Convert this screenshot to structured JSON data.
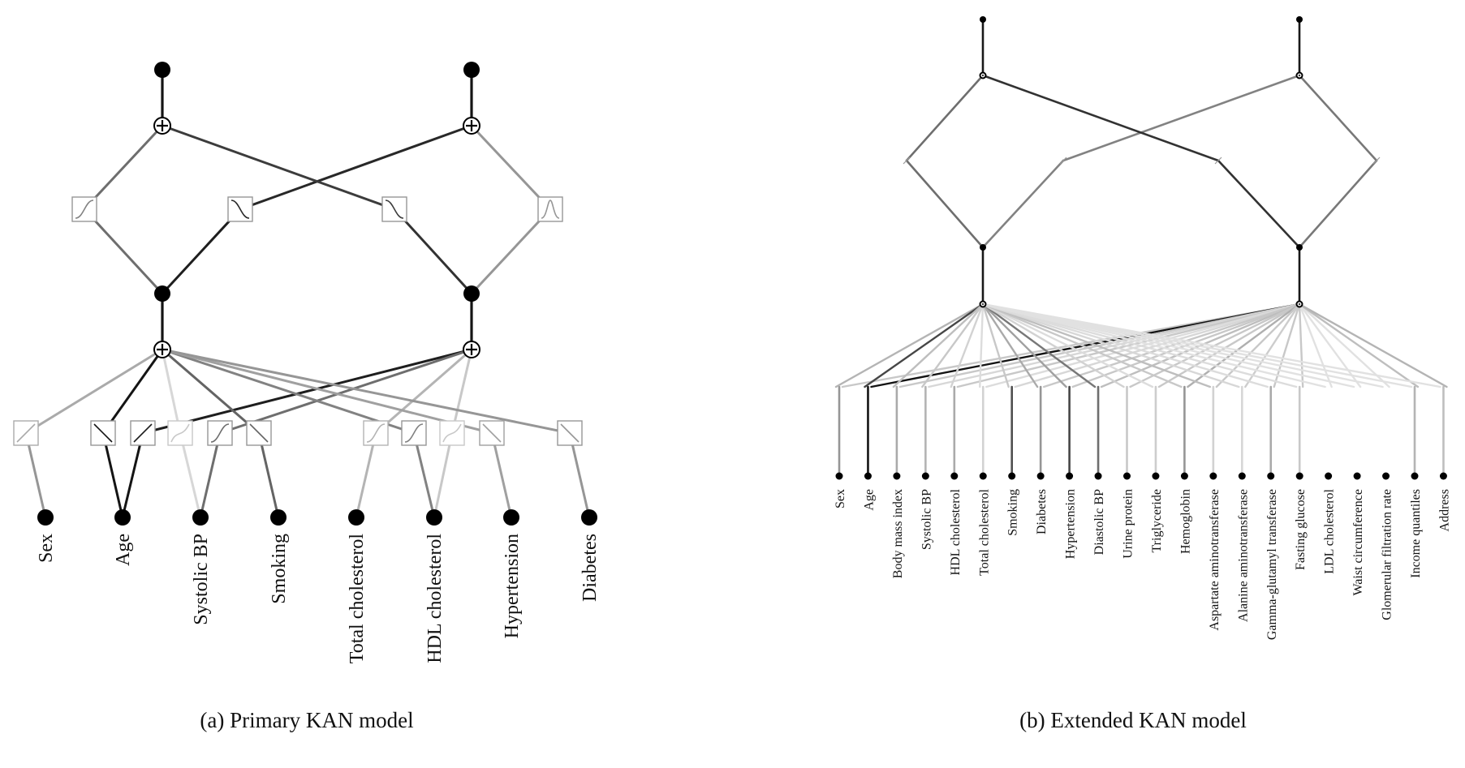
{
  "panels": [
    {
      "id": "a",
      "caption": "(a) Primary KAN model",
      "features": [
        "Sex",
        "Age",
        "Systolic BP",
        "Smoking",
        "Total cholesterol",
        "HDL cholesterol",
        "Hypertension",
        "Diabetes"
      ]
    },
    {
      "id": "b",
      "caption": "(b) Extended KAN model",
      "features": [
        "Sex",
        "Age",
        "Body mass index",
        "Systolic BP",
        "HDL cholesterol",
        "Total cholesterol",
        "Smoking",
        "Diabetes",
        "Hypertension",
        "Diastolic BP",
        "Urine protein",
        "Triglyceride",
        "Hemoglobin",
        "Aspartate aminotransferase",
        "Alanine aminotransferase",
        "Gamma-glutamyl transferase",
        "Fasting glucose",
        "LDL cholesterol",
        "Waist circumference",
        "Glomerular filtration rate",
        "Income quantiles",
        "Address"
      ]
    }
  ],
  "colors": {
    "node": "#000000",
    "edge_dark": "#1a1a1a",
    "edge_mid": "#666666",
    "edge_light": "#c8c8c8",
    "background": "#ffffff"
  },
  "icons": [
    "sum-node-icon",
    "activation-function-icon"
  ]
}
